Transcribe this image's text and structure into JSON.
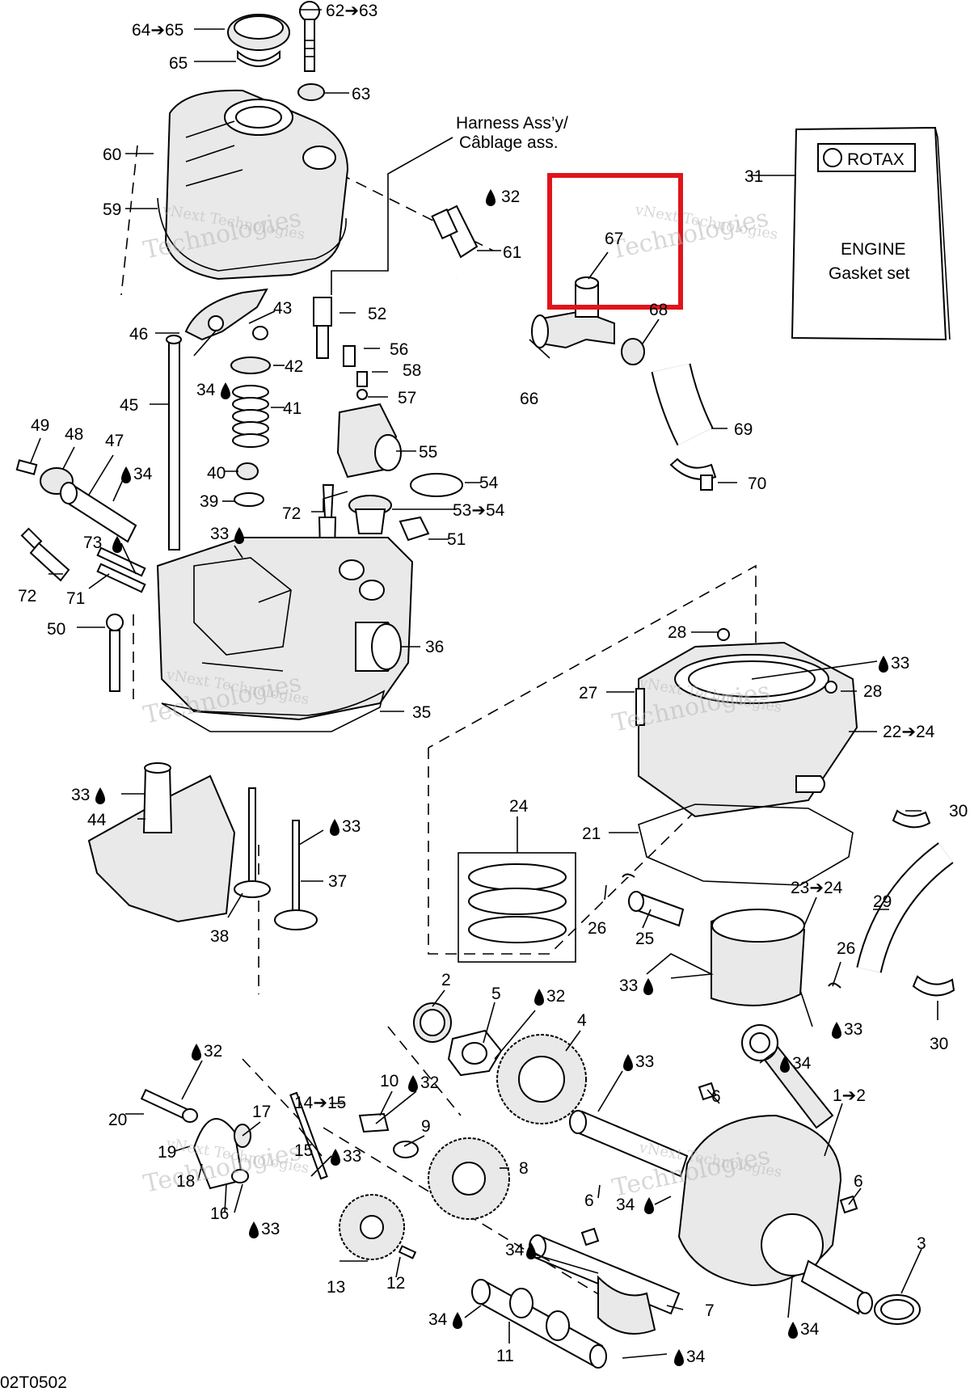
{
  "callouts": {
    "c64_65": "64➔65",
    "c62_63": "62➔63",
    "c65": "65",
    "c63": "63",
    "c60": "60",
    "c59": "59",
    "c32a": "32",
    "c61": "61",
    "c67": "67",
    "c68": "68",
    "c31": "31",
    "c43": "43",
    "c52": "52",
    "c46": "46",
    "c56": "56",
    "c42": "42",
    "c58": "58",
    "c34a": "34",
    "c57": "57",
    "c45": "45",
    "c41": "41",
    "c66": "66",
    "c69": "69",
    "c49": "49",
    "c48": "48",
    "c47": "47",
    "c55": "55",
    "c34b": "34",
    "c40": "40",
    "c70": "70",
    "c54": "54",
    "c39": "39",
    "c72a": "72",
    "c53_54": "53➔54",
    "c73": "73",
    "c33a": "33",
    "c51": "51",
    "c72b": "72",
    "c71": "71",
    "c50": "50",
    "c36": "36",
    "c28a": "28",
    "c33b": "33",
    "c27": "27",
    "c28b": "28",
    "c35": "35",
    "c22_24": "22➔24",
    "c33c": "33",
    "c44": "44",
    "c33d": "33",
    "c24": "24",
    "c21": "21",
    "c30a": "30",
    "c37": "37",
    "c23_24": "23➔24",
    "c29": "29",
    "c38": "38",
    "c26a": "26",
    "c25": "25",
    "c26b": "26",
    "c33e": "33",
    "c2": "2",
    "c5": "5",
    "c32b": "32",
    "c33f": "33",
    "c4": "4",
    "c30b": "30",
    "c32c": "32",
    "c33g": "33",
    "c34c": "34",
    "c20": "20",
    "c10": "10",
    "c32d": "32",
    "c6a": "6",
    "c14_15": "14➔15",
    "c17": "17",
    "c1_2": "1➔2",
    "c9": "9",
    "c15": "15",
    "c19": "19",
    "c33h": "33",
    "c18": "18",
    "c8": "8",
    "c6b": "6",
    "c16": "16",
    "c33i": "33",
    "c6c": "6",
    "c34d": "34",
    "c34e": "34",
    "c13": "13",
    "c12": "12",
    "c3": "3",
    "c7": "7",
    "c34f": "34",
    "c34g": "34",
    "c11": "11",
    "c34h": "34"
  },
  "harness_label": {
    "line1": "Harness Ass’y/",
    "line2": "Câblage ass."
  },
  "gasket_set_card": {
    "brand": "ROTAX",
    "title": "ENGINE",
    "subtitle": "Gasket set"
  },
  "watermark": {
    "line1": "vNext Technologies",
    "line2": "Technologies"
  },
  "drawing_code": "02T0502",
  "highlight": {
    "color": "#e0141b",
    "target": "67"
  }
}
